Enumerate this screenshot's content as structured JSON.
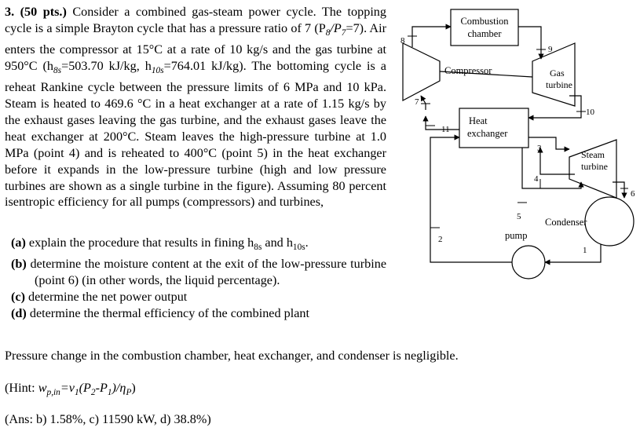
{
  "problem": {
    "number": "3.",
    "points": "(50 pts.)",
    "lines": [
      " Consider a combined gas-steam power cycle. The topping cycle is a simple Brayton cycle that has a pressure ratio of 7 (P",
      "8",
      "/P",
      "7",
      "=7). Air enters the compressor at 15°C at a rate of 10 kg/s and the gas turbine at 950°C (h",
      "8s",
      "=503.70 kJ/kg, h",
      "10s",
      "=764.01 kJ/kg). The bottoming cycle is a reheat Rankine cycle between the pressure limits of 6 MPa and 10 kPa. Steam is heated to 469.6 °C in a heat exchanger at a rate of 1.15 kg/s by the exhaust gases leaving the gas turbine, and the exhaust gases leave the heat exchanger at 200°C. Steam leaves the high-pressure turbine at 1.0 MPa (point 4) and is reheated to 400°C (point 5) in the heat exchanger before it expands in the low-pressure turbine (high and low pressure turbines are shown as a single turbine in the figure). Assuming 80 percent isentropic efficiency for all pumps (compressors) and turbines,"
    ],
    "parts": [
      {
        "label": "(a)",
        "text": "explain the procedure that results in fining h",
        "sub1": "8s",
        "mid": " and h",
        "sub2": "10s",
        "end": "."
      },
      {
        "label": "(b)",
        "text": "determine the moisture content at the exit of the low-pressure turbine (point 6) (in other words, the liquid percentage)."
      },
      {
        "label": "(c)",
        "text": "determine the net power output"
      },
      {
        "label": "(d)",
        "text": "determine the thermal efficiency of the combined plant"
      }
    ],
    "note": "Pressure change in the combustion chamber, heat exchanger, and condenser is negligible.",
    "hint_prefix": "(Hint: ",
    "hint_formula": "w",
    "hint_sub": "p,in",
    "hint_rest": "=v",
    "hint_sub2": "1",
    "hint_rest2": "(P",
    "hint_sub3": "2",
    "hint_rest3": "-P",
    "hint_sub4": "1",
    "hint_rest4": ")/η",
    "hint_sub5": "P",
    "hint_end": ")",
    "answer": "(Ans: b) 1.58%, c) 11590 kW, d) 38.8%)"
  },
  "diagram": {
    "combustion_label_1": "Combustion",
    "combustion_label_2": "chamber",
    "compressor_label": "Compressor",
    "gas_turbine_label_1": "Gas",
    "gas_turbine_label_2": "turbine",
    "heat_exchanger_label_1": "Heat",
    "heat_exchanger_label_2": "exchanger",
    "steam_turbine_label_1": "Steam",
    "steam_turbine_label_2": "turbine",
    "condenser_label": "Condenser",
    "pump_label": "pump",
    "points": [
      "1",
      "2",
      "3",
      "4",
      "5",
      "6",
      "7",
      "8",
      "9",
      "10",
      "11"
    ]
  }
}
